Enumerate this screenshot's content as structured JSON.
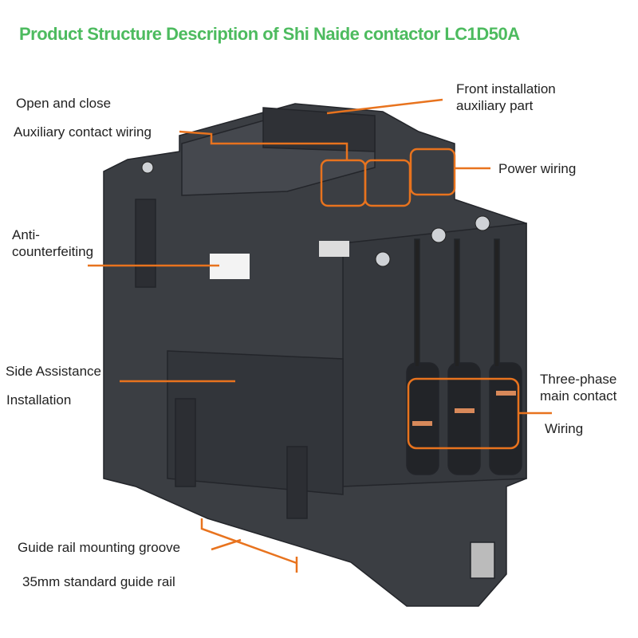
{
  "title": "Product Structure Description of Shi Naide contactor LC1D50A",
  "labels": {
    "front_install_1": "Front installation",
    "front_install_2": "auxiliary part",
    "open_close": "Open and close",
    "aux_wiring": "Auxiliary contact wiring",
    "power_wiring": "Power wiring",
    "anti_1": "Anti-",
    "anti_2": "counterfeiting",
    "side_1": "Side Assistance",
    "side_2": "Installation",
    "three_phase_1": "Three-phase",
    "three_phase_2": "main contact",
    "wiring": "Wiring",
    "groove": "Guide rail mounting groove",
    "rail": "35mm standard guide rail"
  },
  "colors": {
    "title": "#4dbb5f",
    "callout": "#e8731e",
    "body": "#3b3e43"
  }
}
